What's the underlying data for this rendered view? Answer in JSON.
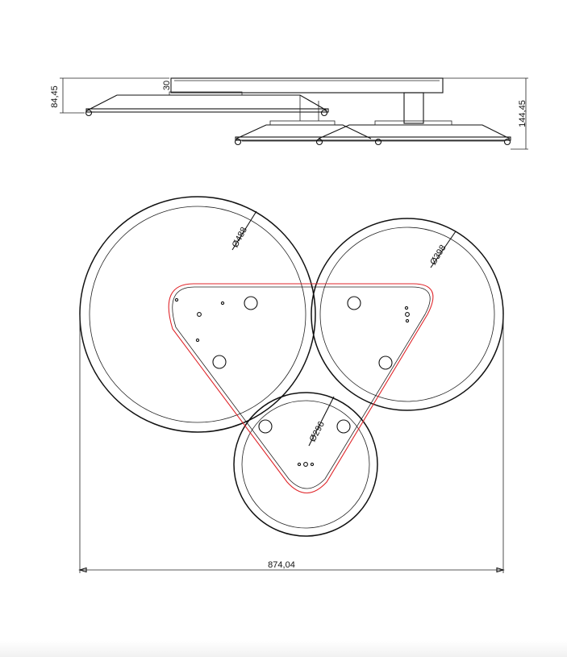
{
  "dimensions": {
    "side_height_left": "84,45",
    "side_thickness": "30",
    "side_height_right": "144,45",
    "diameter_large": "Ø488",
    "diameter_medium": "Ø398",
    "diameter_small": "Ø296",
    "overall_width": "874,04"
  },
  "colors": {
    "outline": "#111111",
    "mounting_plate": "#e0262b"
  }
}
